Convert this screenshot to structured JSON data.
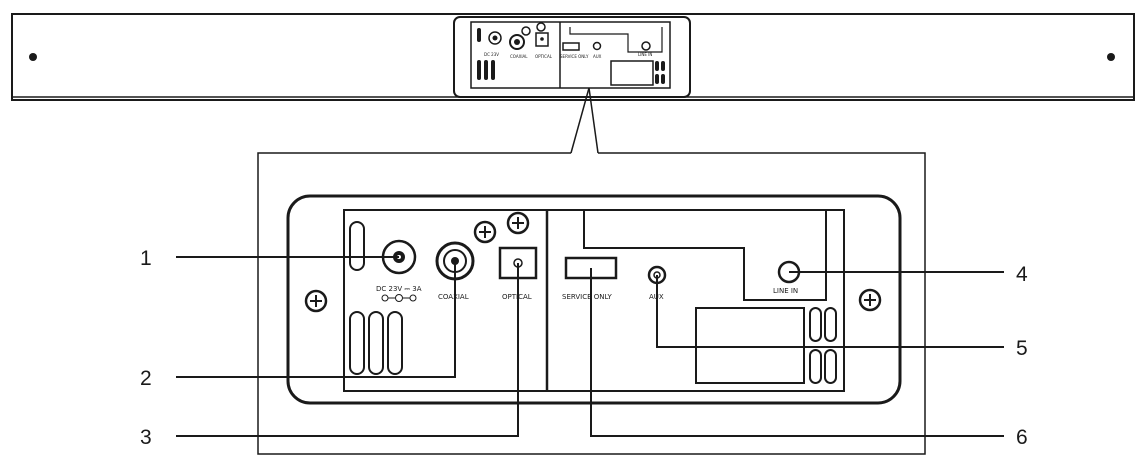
{
  "callouts": [
    "1",
    "2",
    "3",
    "4",
    "5",
    "6"
  ],
  "panel_labels": {
    "dc_input": "DC 23V ⎓ 3A",
    "coaxial": "COAXIAL",
    "optical": "OPTICAL",
    "service": "SERVICE ONLY",
    "aux": "AUX",
    "line_in": "LINE IN"
  },
  "mini_labels": {
    "dc_input": "DC 23V",
    "coaxial": "COAXIAL",
    "optical": "OPTICAL",
    "service": "SERVICE ONLY",
    "aux": "AUX",
    "line_in": "LINE IN"
  }
}
